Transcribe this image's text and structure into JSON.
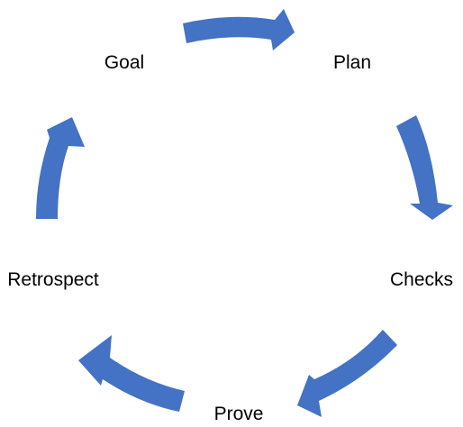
{
  "diagram": {
    "type": "cycle",
    "arrow_color": "#4472C4",
    "text_color": "#000000",
    "background": "#FFFFFF",
    "stages": [
      "Goal",
      "Plan",
      "Checks",
      "Prove",
      "Retrospect"
    ],
    "arrows": [
      {
        "from": "Goal",
        "to": "Plan"
      },
      {
        "from": "Plan",
        "to": "Checks"
      },
      {
        "from": "Checks",
        "to": "Prove"
      },
      {
        "from": "Prove",
        "to": "Retrospect"
      },
      {
        "from": "Retrospect",
        "to": "Goal"
      }
    ]
  }
}
